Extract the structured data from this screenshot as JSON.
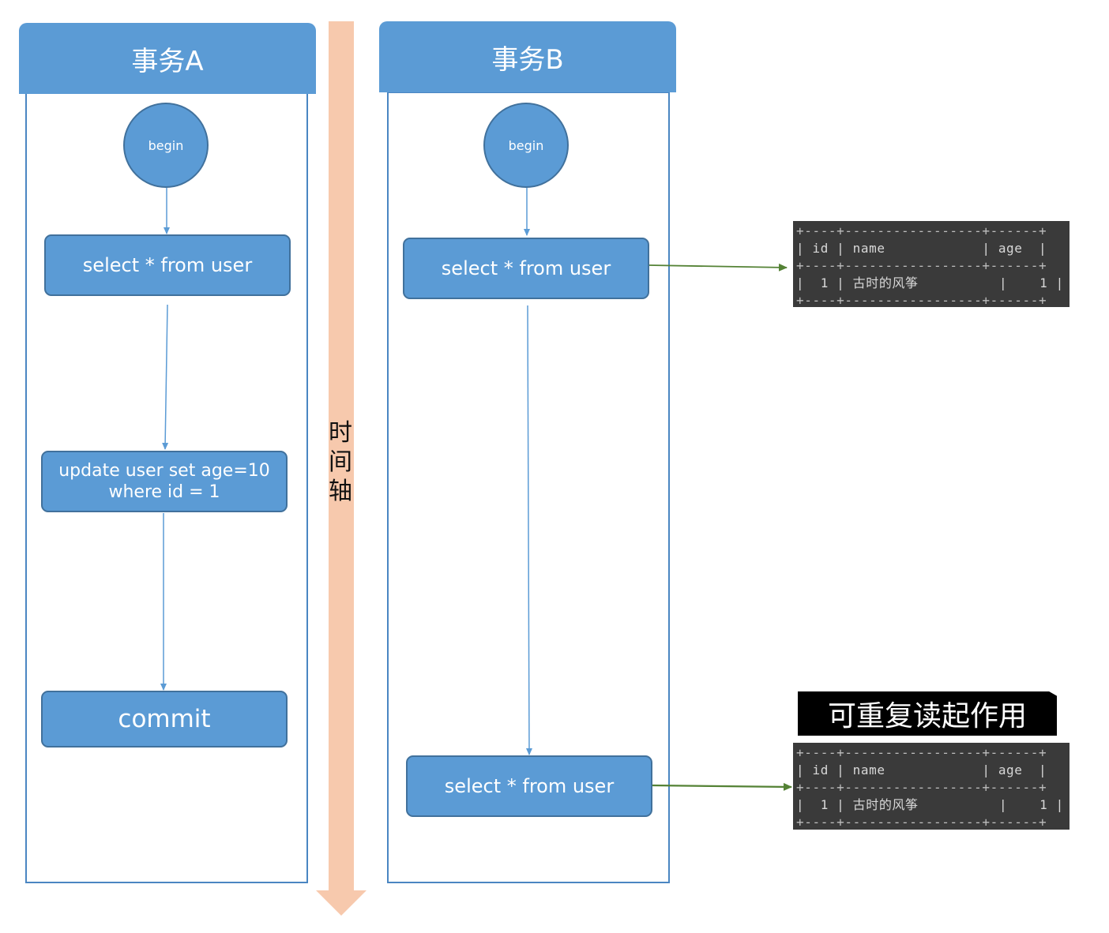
{
  "timeline": {
    "label_chars": [
      "时",
      "间",
      "轴"
    ]
  },
  "lane_a": {
    "title": "事务A",
    "begin": "begin",
    "step1": "select * from user",
    "step2_line1": "update user set age=10",
    "step2_line2": "where id = 1",
    "step3": "commit"
  },
  "lane_b": {
    "title": "事务B",
    "begin": "begin",
    "step1": "select * from user",
    "step2": "select * from user"
  },
  "result1": {
    "lines": [
      "+----+-----------------+------+",
      "| id | name            | age  |",
      "+----+-----------------+------+",
      "|  1 | 古时的风筝          |    1 |",
      "+----+-----------------+------+"
    ]
  },
  "result2": {
    "lines": [
      "+----+-----------------+------+",
      "| id | name            | age  |",
      "+----+-----------------+------+",
      "|  1 | 古时的风筝          |    1 |",
      "+----+-----------------+------+"
    ]
  },
  "badge": "可重复读起作用",
  "colors": {
    "box_fill": "#5b9bd5",
    "box_border": "#41719c",
    "timeline": "#f7c9ad",
    "result_arrow": "#548235"
  }
}
